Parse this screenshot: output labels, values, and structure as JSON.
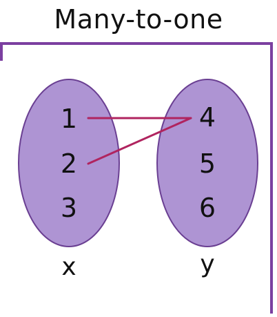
{
  "title": "Many-to-one",
  "colors": {
    "frame": "#7b3fa0",
    "ellipse_fill": "#ae94d3",
    "ellipse_stroke": "#6a3f92",
    "arrow": "#b0245f",
    "text": "#111111"
  },
  "domain": {
    "label": "x",
    "elements": [
      "1",
      "2",
      "3"
    ]
  },
  "codomain": {
    "label": "y",
    "elements": [
      "4",
      "5",
      "6"
    ]
  },
  "mappings": [
    {
      "from": "1",
      "to": "4"
    },
    {
      "from": "2",
      "to": "4"
    }
  ]
}
